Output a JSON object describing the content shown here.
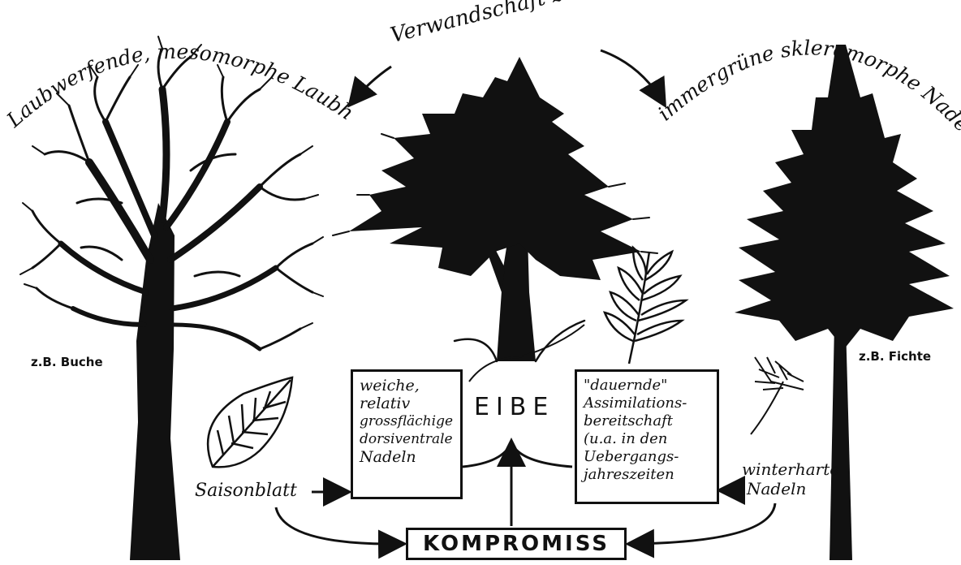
{
  "title_left": "Laubwerfende, mesomorphe Laubhölzer",
  "title_center": "Verwandschaft zu",
  "title_right": "immergrüne skleromorphe Nadelhölzer",
  "tree_left_label": "z.B. Buche",
  "tree_right_label": "z.B. Fichte",
  "center_label": "EIBE",
  "left_box_lines": [
    "weiche,",
    "relativ",
    "grossflächige",
    "dorsiventrale",
    "Nadeln"
  ],
  "right_box_lines": [
    "\"dauernde\"",
    "Assimilations-",
    "bereitschaft",
    "(u.a. in den",
    "Uebergangs-",
    "jahreszeiten"
  ],
  "left_input": "Saisonblatt",
  "right_input_lines": [
    "winterharte",
    "Nadeln"
  ],
  "bottom_label": "KOMPROMISS"
}
